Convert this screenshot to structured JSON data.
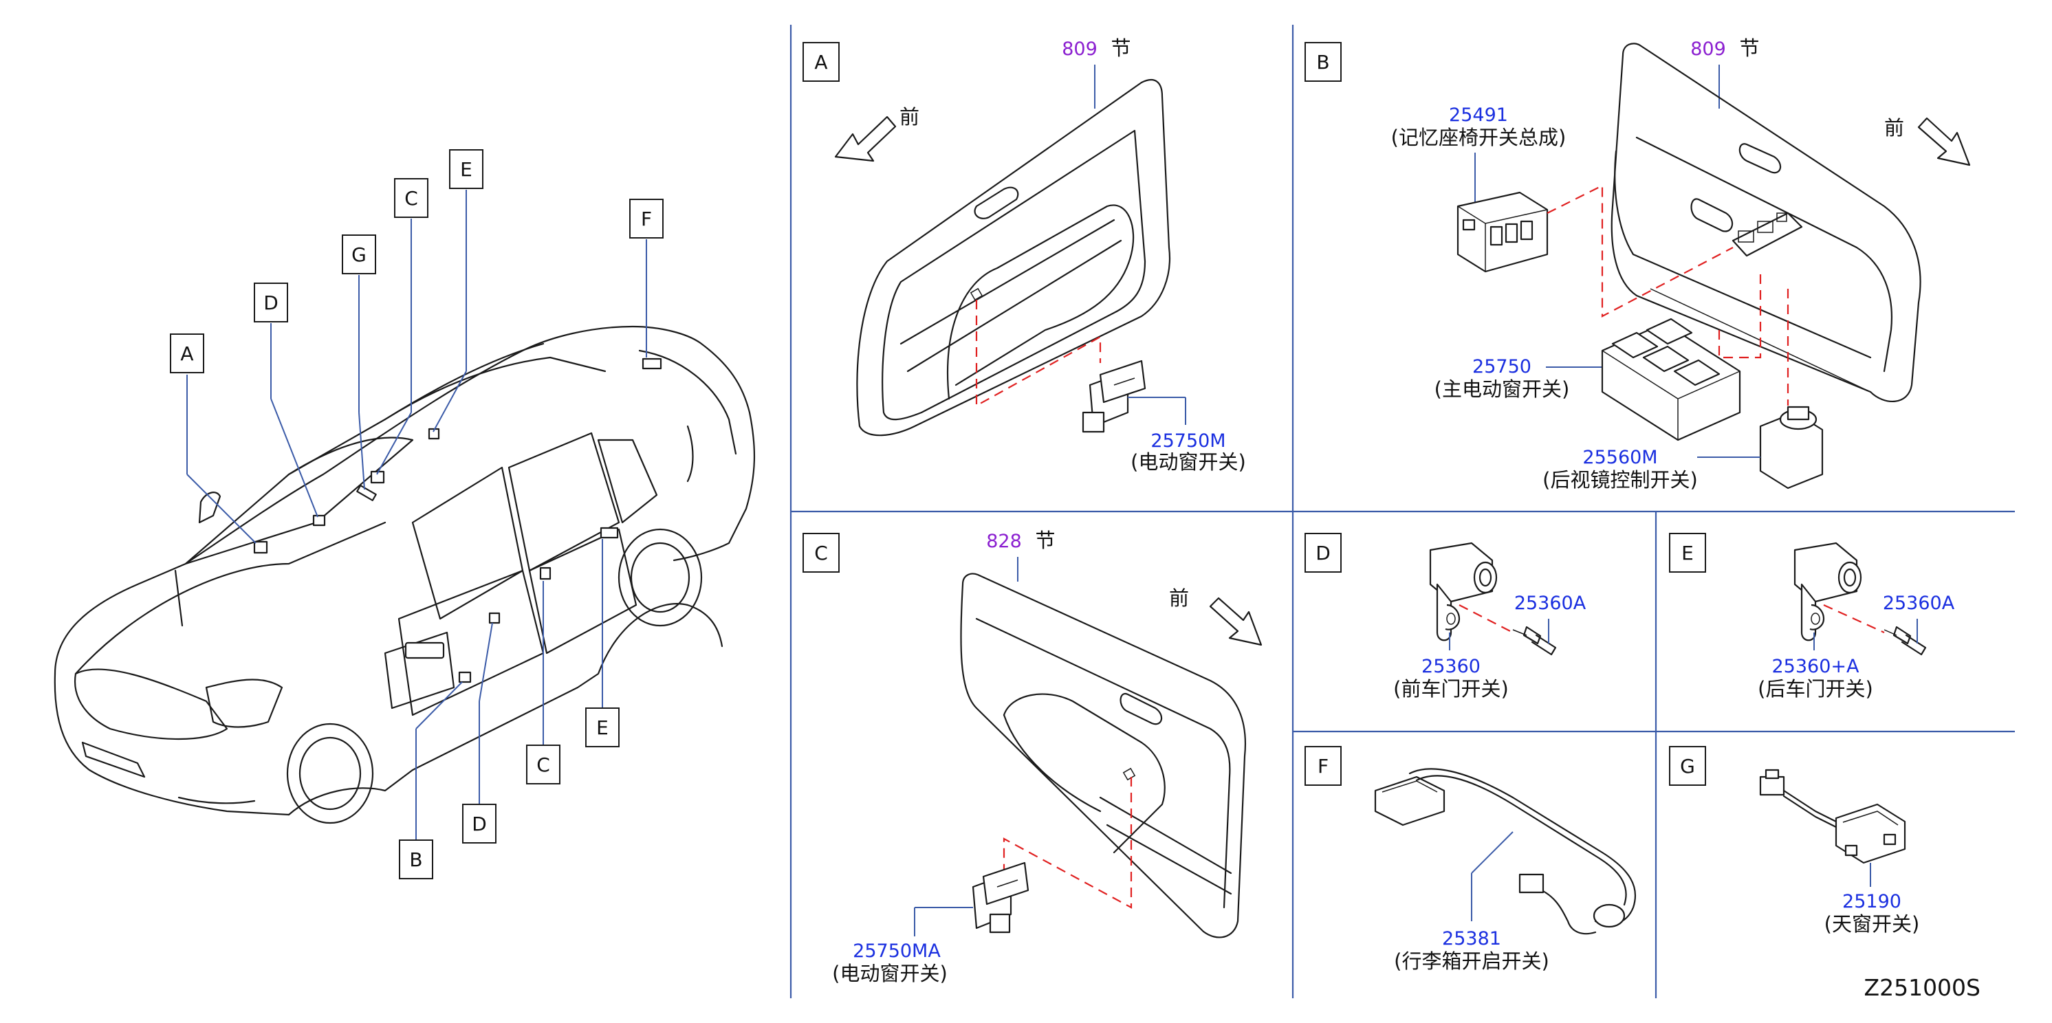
{
  "diagram_code": "Z251000S",
  "overview_callouts": [
    "A",
    "B",
    "C",
    "D",
    "E",
    "F",
    "G"
  ],
  "front_label": "前",
  "section_suffix": "节",
  "panels": {
    "A": {
      "letter": "A",
      "section": "809",
      "parts": [
        {
          "number": "25750M",
          "name": "(电动窗开关)"
        }
      ]
    },
    "B": {
      "letter": "B",
      "section": "809",
      "parts": [
        {
          "number": "25491",
          "name": "(记忆座椅开关总成)"
        },
        {
          "number": "25750",
          "name": "(主电动窗开关)"
        },
        {
          "number": "25560M",
          "name": "(后视镜控制开关)"
        }
      ]
    },
    "C": {
      "letter": "C",
      "section": "828",
      "parts": [
        {
          "number": "25750MA",
          "name": "(电动窗开关)"
        }
      ]
    },
    "D": {
      "letter": "D",
      "parts": [
        {
          "number": "25360A",
          "name": ""
        },
        {
          "number": "25360",
          "name": "(前车门开关)"
        }
      ]
    },
    "E": {
      "letter": "E",
      "parts": [
        {
          "number": "25360A",
          "name": ""
        },
        {
          "number": "25360+A",
          "name": "(后车门开关)"
        }
      ]
    },
    "F": {
      "letter": "F",
      "parts": [
        {
          "number": "25381",
          "name": "(行李箱开启开关)"
        }
      ]
    },
    "G": {
      "letter": "G",
      "parts": [
        {
          "number": "25190",
          "name": "(天窗开关)"
        }
      ]
    }
  },
  "colors": {
    "grid_lines": "#3b5ba8",
    "part_numbers": "#1a2fe0",
    "section_numbers": "#8b1fd0",
    "dashed_leaders": "#e02020",
    "line_art": "#1a1a1a"
  }
}
